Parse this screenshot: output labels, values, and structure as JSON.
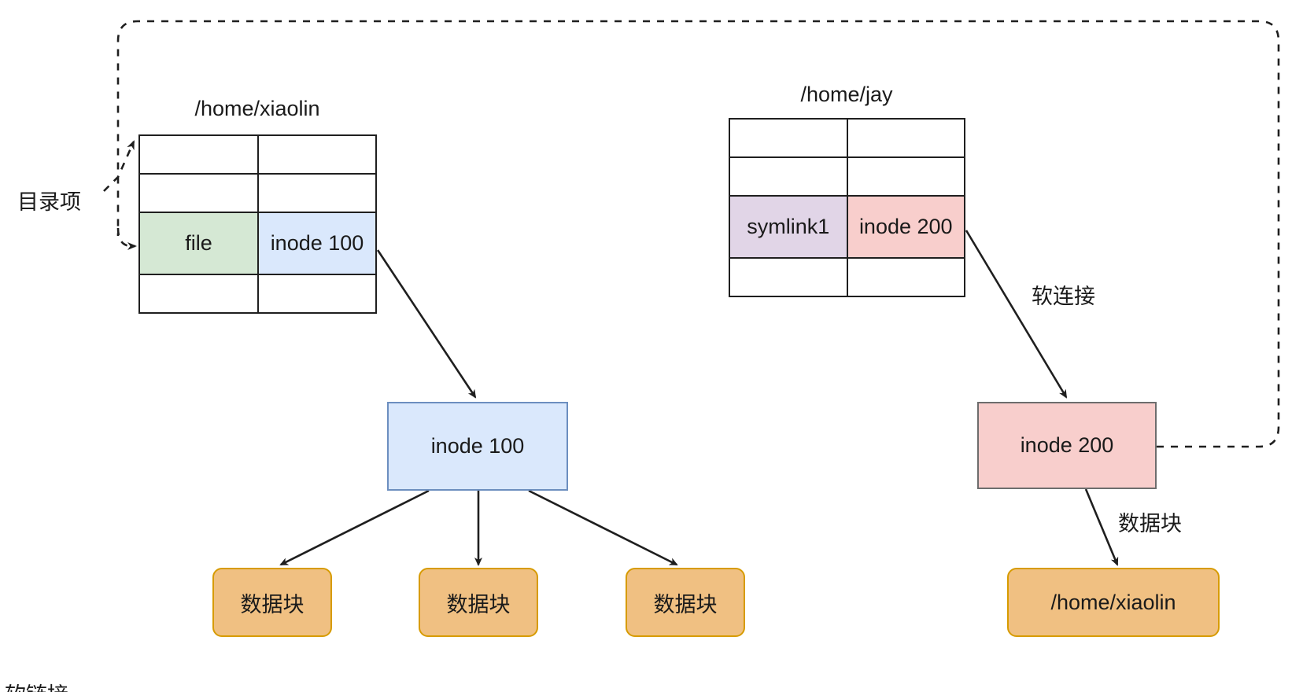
{
  "diagram": {
    "title_left": "/home/xiaolin",
    "title_right": "/home/jay",
    "labels": {
      "dir_entry": "目录项",
      "symlink": "软连接",
      "data_block_edge": "数据块",
      "bottom_clipped": "软链接"
    },
    "left_table": {
      "name": "/home/xiaolin",
      "rows": [
        {
          "name": "",
          "inode": "",
          "name_fill": "#ffffff",
          "inode_fill": "#ffffff"
        },
        {
          "name": "",
          "inode": "",
          "name_fill": "#ffffff",
          "inode_fill": "#ffffff"
        },
        {
          "name": "file",
          "inode": "inode 100",
          "name_fill": "#d5e8d4",
          "inode_fill": "#dae8fc"
        },
        {
          "name": "",
          "inode": "",
          "name_fill": "#ffffff",
          "inode_fill": "#ffffff"
        }
      ]
    },
    "right_table": {
      "name": "/home/jay",
      "rows": [
        {
          "name": "",
          "inode": "",
          "name_fill": "#ffffff",
          "inode_fill": "#ffffff"
        },
        {
          "name": "",
          "inode": "",
          "name_fill": "#ffffff",
          "inode_fill": "#ffffff"
        },
        {
          "name": "symlink1",
          "inode": "inode 200",
          "name_fill": "#e1d5e7",
          "inode_fill": "#f8cecc"
        },
        {
          "name": "",
          "inode": "",
          "name_fill": "#ffffff",
          "inode_fill": "#ffffff"
        }
      ]
    },
    "inode_left": {
      "label": "inode 100",
      "fill": "#dae8fc",
      "stroke": "#6c8ebf"
    },
    "inode_right": {
      "label": "inode 200",
      "fill": "#f8cecc",
      "stroke": "#6d6d6d"
    },
    "data_blocks_left": [
      {
        "label": "数据块"
      },
      {
        "label": "数据块"
      },
      {
        "label": "数据块"
      }
    ],
    "data_block_right": {
      "label": "/home/xiaolin"
    },
    "colors": {
      "green_cell": "#d5e8d4",
      "blue_cell": "#dae8fc",
      "purple_cell": "#e1d5e7",
      "red_cell": "#f8cecc",
      "orange_block": "#f0c082",
      "orange_block_stroke": "#d79b00",
      "line": "#1f1f1f",
      "background": "#ffffff"
    }
  }
}
